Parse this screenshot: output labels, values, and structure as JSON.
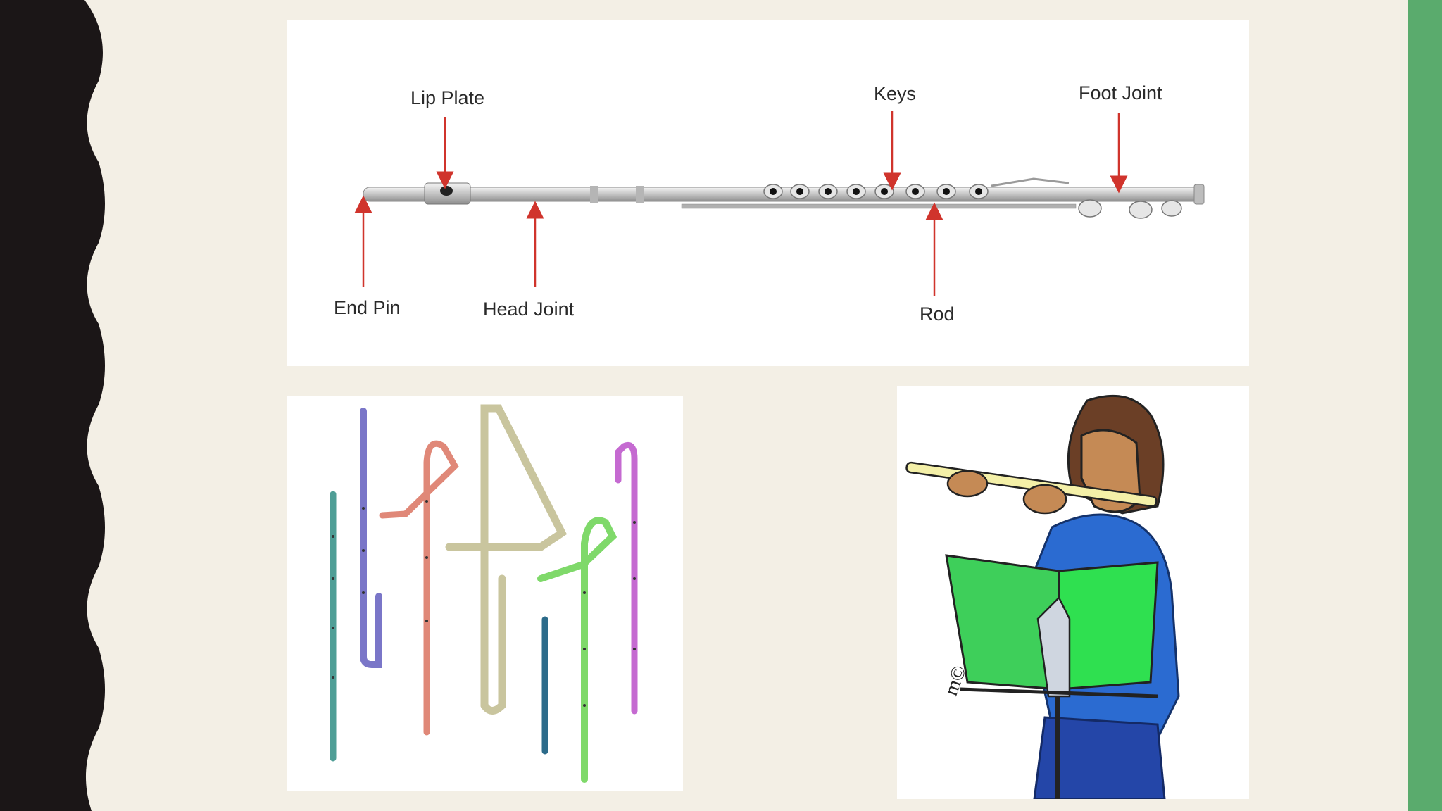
{
  "slide": {
    "colors": {
      "background": "#f3efe5",
      "left_border": "#1b1617",
      "right_stripe": "#5aab6d"
    }
  },
  "flute_diagram": {
    "labels": {
      "lip_plate": "Lip Plate",
      "keys": "Keys",
      "foot_joint": "Foot Joint",
      "end_pin": "End Pin",
      "head_joint": "Head Joint",
      "rod": "Rod"
    },
    "arrow_color": "#d0342c"
  },
  "flute_family": {
    "image": "flute-family-illustration"
  },
  "flutist": {
    "image": "girl-playing-flute-cartoon",
    "signature": "m©"
  }
}
